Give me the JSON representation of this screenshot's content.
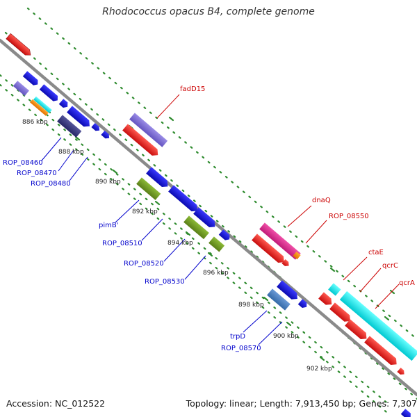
{
  "title": "Rhodococcus opacus B4, complete genome",
  "footer": {
    "accession": "Accession: NC_012522",
    "summary": "Topology: linear; Length: 7,913,450 bp; Genes: 7,307"
  },
  "colors": {
    "backbone": "#808080",
    "tick_dots": "#2e8b2e",
    "forward_gene": "#e8201e",
    "reverse_gene": "#1a1ae0",
    "label_red": "#cc0000",
    "label_blue": "#0000cc",
    "cyan": "#00e5e5",
    "magenta": "#e0248a",
    "olive": "#6f9a20",
    "lavender": "#7f6fd4",
    "steel": "#4a80c0",
    "orange": "#ff8c00",
    "darkslate": "#3a3a8a"
  },
  "scale_labels": [
    "886 kbp",
    "888 kbp",
    "890 kbp",
    "892 kbp",
    "894 kbp",
    "896 kbp",
    "898 kbp",
    "900 kbp",
    "902 kbp"
  ],
  "gene_labels_red": [
    "fadD15",
    "dnaQ",
    "ROP_08550",
    "ctaE",
    "qcrC",
    "qcrA"
  ],
  "gene_labels_blue": [
    "ROP_08460",
    "ROP_08470",
    "ROP_08480",
    "pimB'",
    "ROP_08510",
    "ROP_08520",
    "ROP_08530",
    "trpD",
    "ROP_08570"
  ]
}
